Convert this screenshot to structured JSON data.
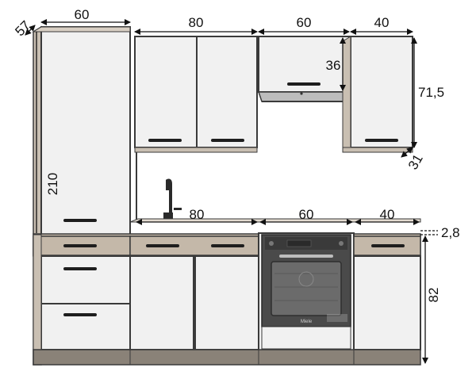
{
  "dimensions": {
    "tall_depth": "57",
    "tall_width": "60",
    "tall_height": "210",
    "upper_width_left": "80",
    "upper_width_mid": "60",
    "upper_width_right": "40",
    "hood_height": "36",
    "upper_height": "71,5",
    "upper_depth": "31",
    "base_width_left": "80",
    "base_width_mid": "60",
    "base_width_right": "40",
    "counter_thickness": "2,8",
    "base_height": "82"
  },
  "oven": {
    "brand": "Miele"
  },
  "colors": {
    "outline": "#3a3a3a",
    "front": "#f1f1f1",
    "carcass": "#c9bfb2",
    "counter": "#c4b8a9",
    "handle": "#1e1e1e",
    "oven_body": "#4a4a4a",
    "oven_window": "#6b6b6b",
    "plinth": "#8a8278"
  }
}
